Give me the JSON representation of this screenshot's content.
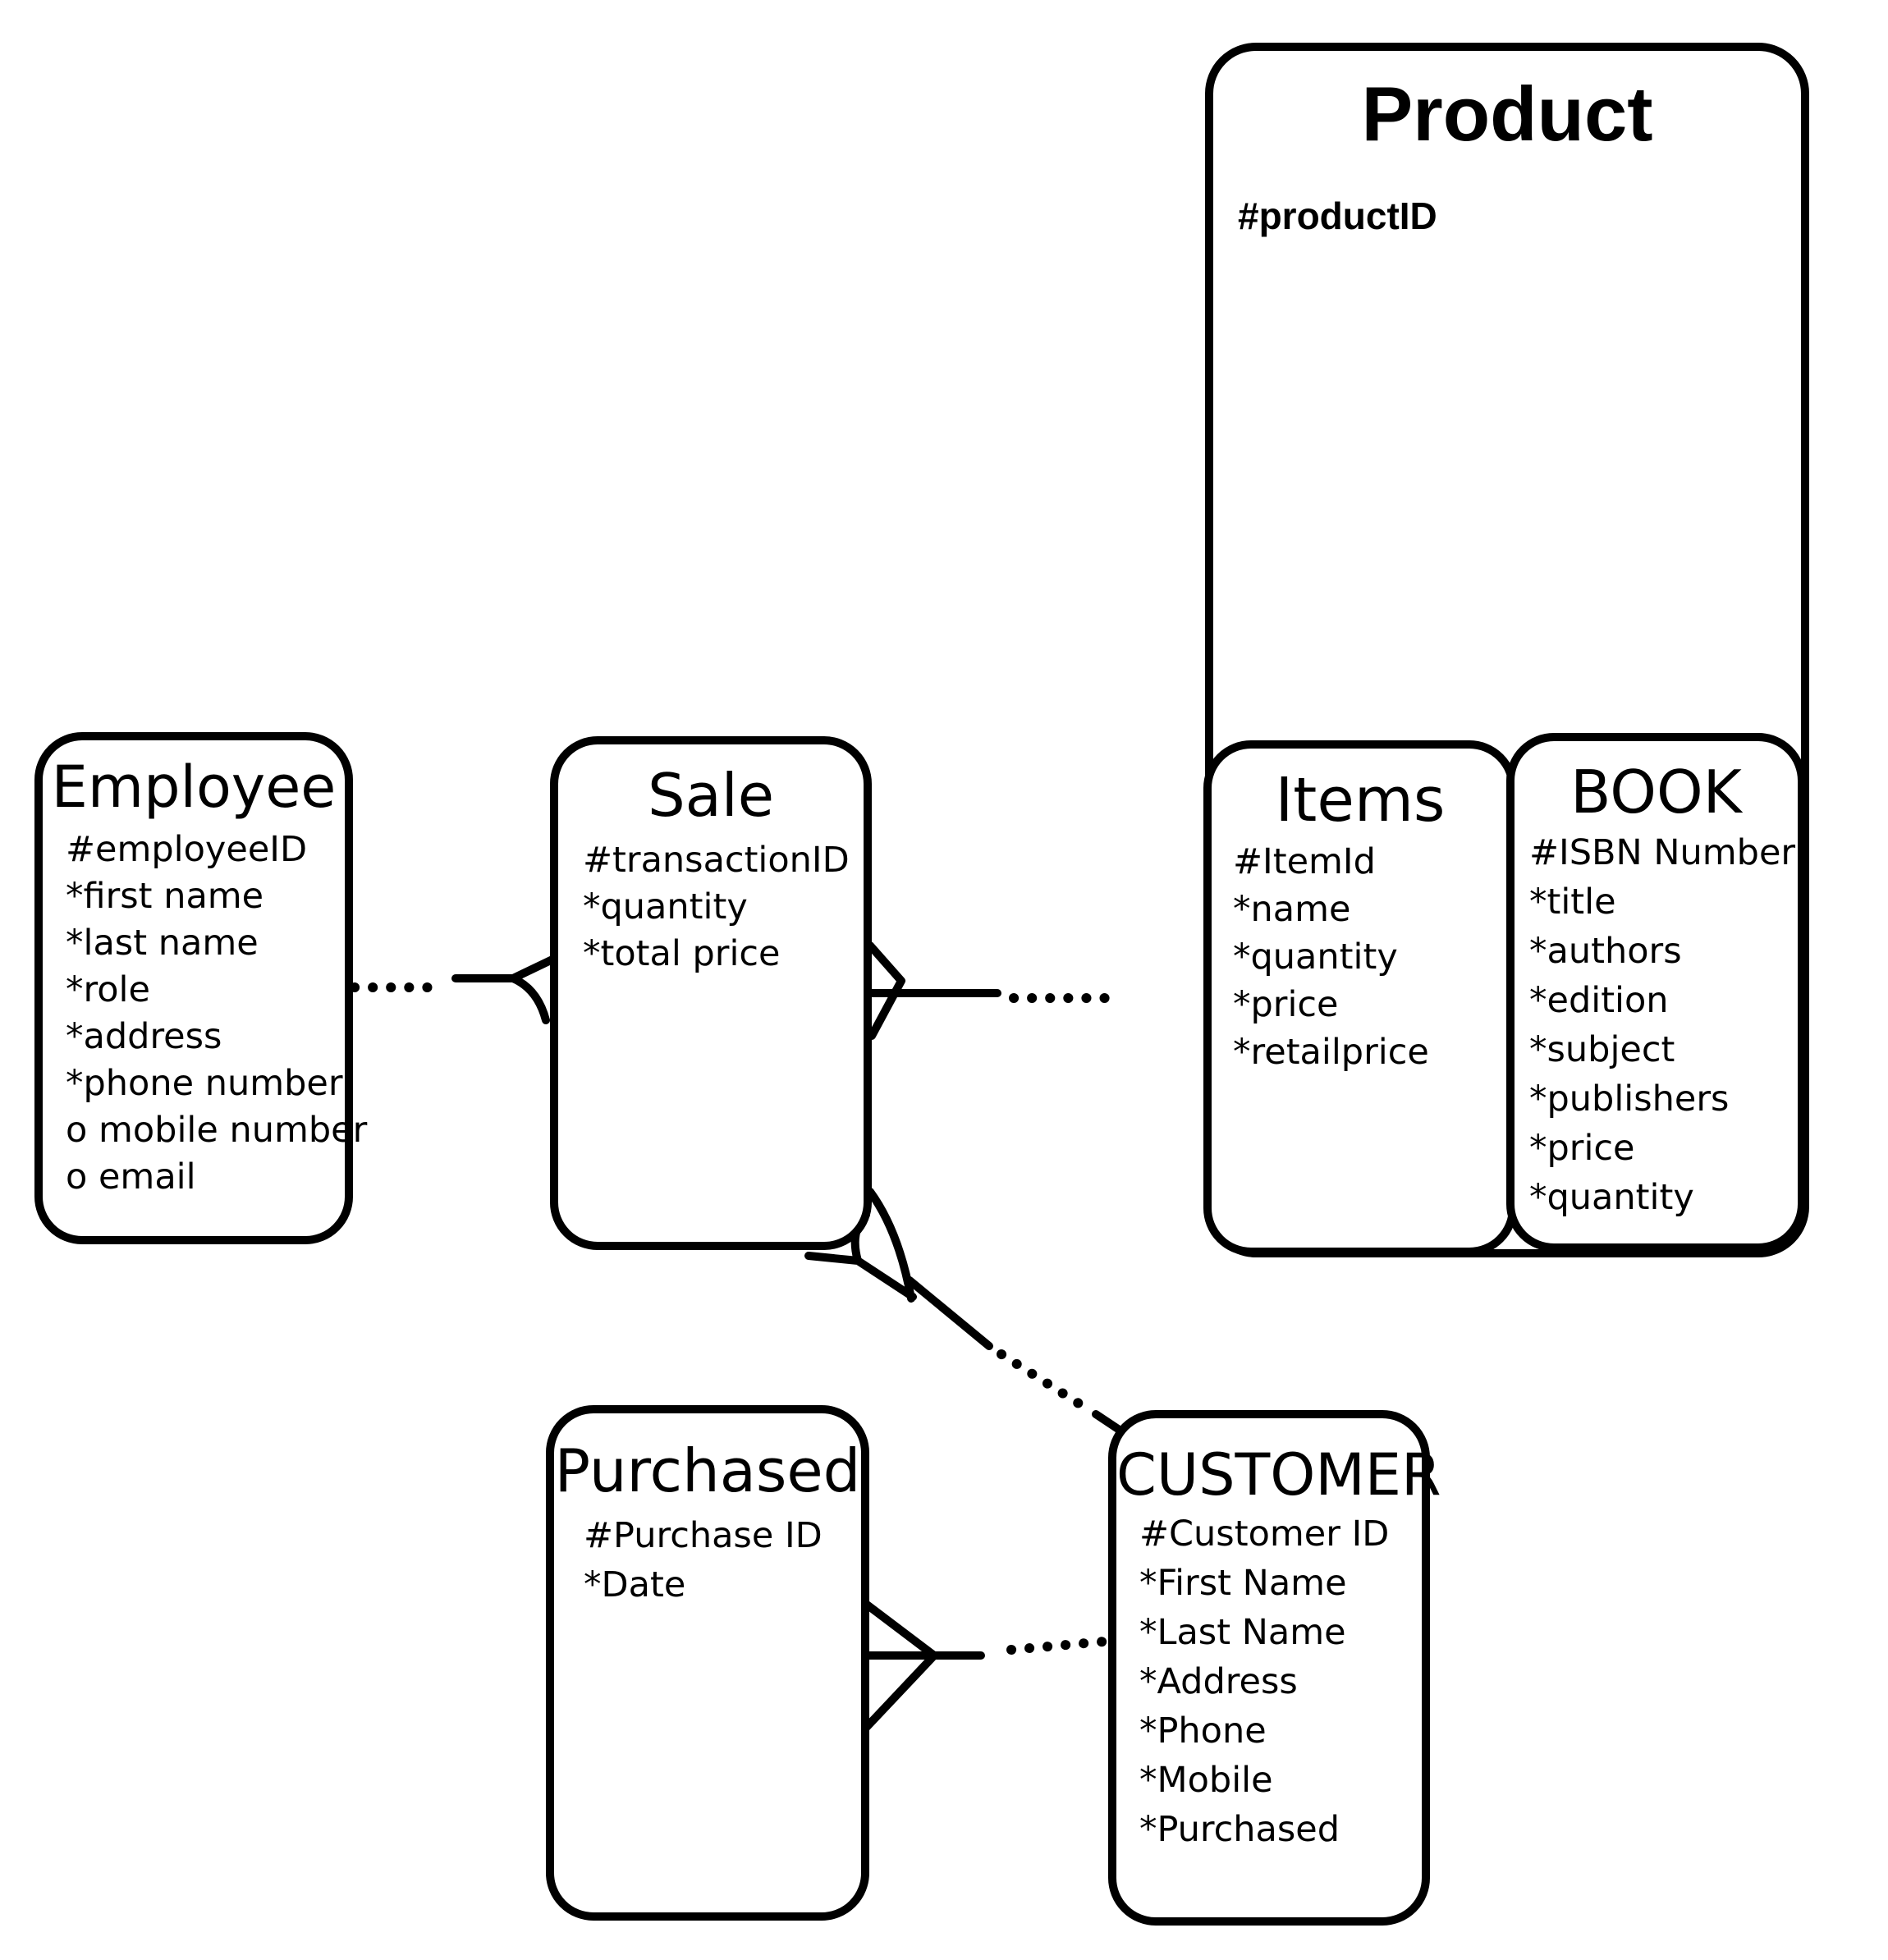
{
  "product": {
    "title": "Product",
    "attributes": [
      "#productID"
    ]
  },
  "items": {
    "title": "Items",
    "attributes": [
      "#ItemId",
      "*name",
      "*quantity",
      "*price",
      "*retailprice"
    ]
  },
  "book": {
    "title": "BOOK",
    "attributes": [
      "#ISBN Number",
      "*title",
      "*authors",
      "*edition",
      "*subject",
      "*publishers",
      "*price",
      "*quantity"
    ]
  },
  "employee": {
    "title": "Employee",
    "attributes": [
      "#employeeID",
      "*first name",
      "*last name",
      "*role",
      "*address",
      "*phone number",
      "o mobile number",
      "o email"
    ]
  },
  "sale": {
    "title": "Sale",
    "attributes": [
      "#transactionID",
      "*quantity",
      "*total price"
    ]
  },
  "purchased": {
    "title": "Purchased",
    "attributes": [
      "#Purchase ID",
      "*Date"
    ]
  },
  "customer": {
    "title": "CUSTOMER",
    "attributes": [
      "#Customer ID",
      "*First Name",
      "*Last Name",
      "*Address",
      "*Phone",
      "*Mobile",
      "*Purchased"
    ]
  },
  "relationships": [
    {
      "from": "Employee",
      "to": "Sale",
      "from_optionality": "optional",
      "to_end": "many"
    },
    {
      "from": "Sale",
      "to": "Items",
      "from_end": "many",
      "to_optionality": "optional"
    },
    {
      "from": "Sale",
      "to": "CUSTOMER",
      "from_end": "many",
      "to_optionality": "optional"
    },
    {
      "from": "Purchased",
      "to": "CUSTOMER",
      "from_end": "many",
      "to_optionality": "optional"
    }
  ]
}
